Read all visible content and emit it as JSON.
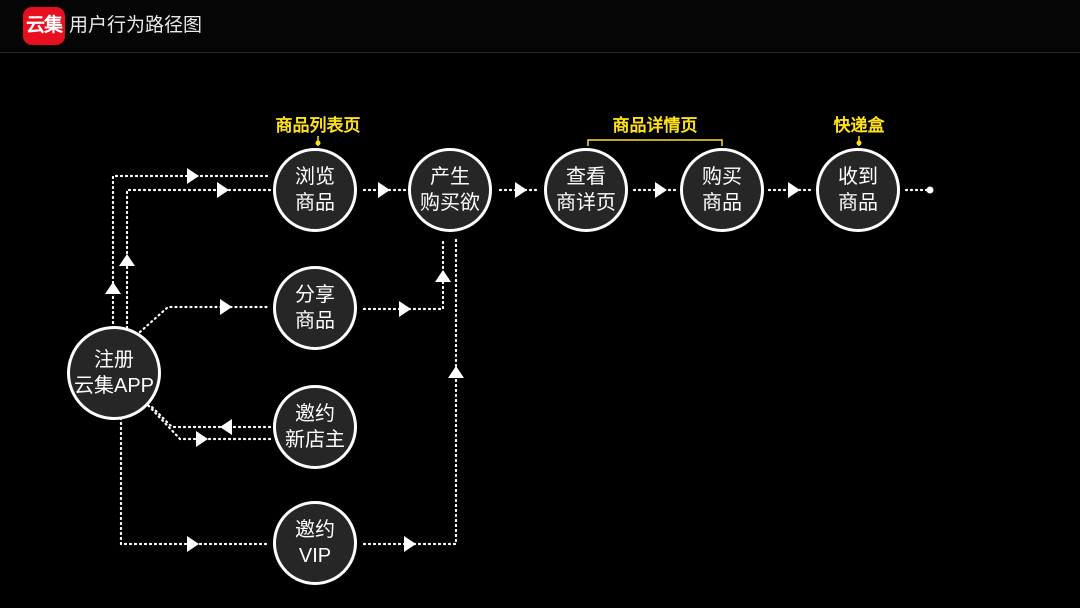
{
  "header": {
    "logo_text": "云集",
    "title": "用户行为路径图"
  },
  "nodes": {
    "register": [
      "注册",
      "云集APP"
    ],
    "browse": [
      "浏览",
      "商品"
    ],
    "share": [
      "分享",
      "商品"
    ],
    "invite_owner": [
      "邀约",
      "新店主"
    ],
    "invite_vip": [
      "邀约",
      "VIP"
    ],
    "desire": [
      "产生",
      "购买欲"
    ],
    "view_detail": [
      "查看",
      "商详页"
    ],
    "buy": [
      "购买",
      "商品"
    ],
    "receive": [
      "收到",
      "商品"
    ]
  },
  "captions": {
    "list_page": "商品列表页",
    "detail_page": "商品详情页",
    "delivery_box": "快递盒"
  },
  "colors": {
    "background": "#000000",
    "node_fill": "#262626",
    "line": "#ffffff",
    "caption": "#ffe11a",
    "logo": "#e8101f"
  }
}
